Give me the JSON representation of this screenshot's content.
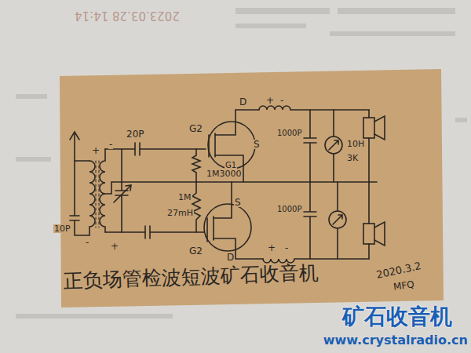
{
  "diagram": {
    "title": "正负场管检波短波矿石收音机",
    "labels": [
      "2023.03.28 14:14",
      "20P",
      "10P",
      "+",
      "-",
      "-",
      "+",
      "G2",
      "D",
      "+",
      "-",
      "S",
      "G1",
      "1000P",
      "10H",
      "3K",
      "1M3000",
      "1M",
      "27mH",
      "S",
      "1000P",
      "G2",
      "D",
      "+",
      "-",
      "2020.3.2",
      "MFQ",
      "矿石收音机",
      "www.crystalradio.cn"
    ]
  }
}
